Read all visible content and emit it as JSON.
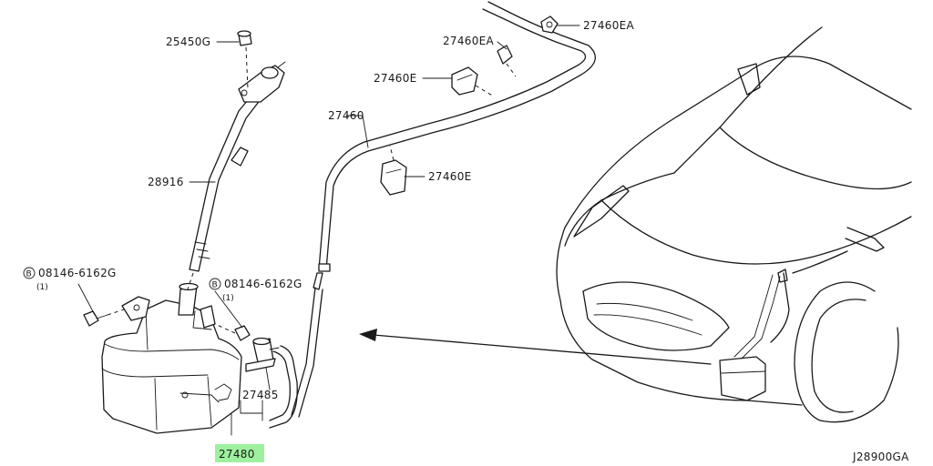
{
  "diagram": {
    "code": "J28900GA",
    "highlight_color": "#9ef09e",
    "parts": {
      "p25450g": "25450G",
      "p28916": "28916",
      "p27460ea_top": "27460EA",
      "p27460ea_mid": "27460EA",
      "p27460e_upper": "27460E",
      "p27460": "27460",
      "p27460e_lower": "27460E",
      "bolt_left": "08146-6162G",
      "bolt_left_qty": "(1)",
      "bolt_right": "08146-6162G",
      "bolt_right_qty": "(1)",
      "bolt_symbol": "B",
      "p27485": "27485",
      "p27480": "27480"
    }
  }
}
